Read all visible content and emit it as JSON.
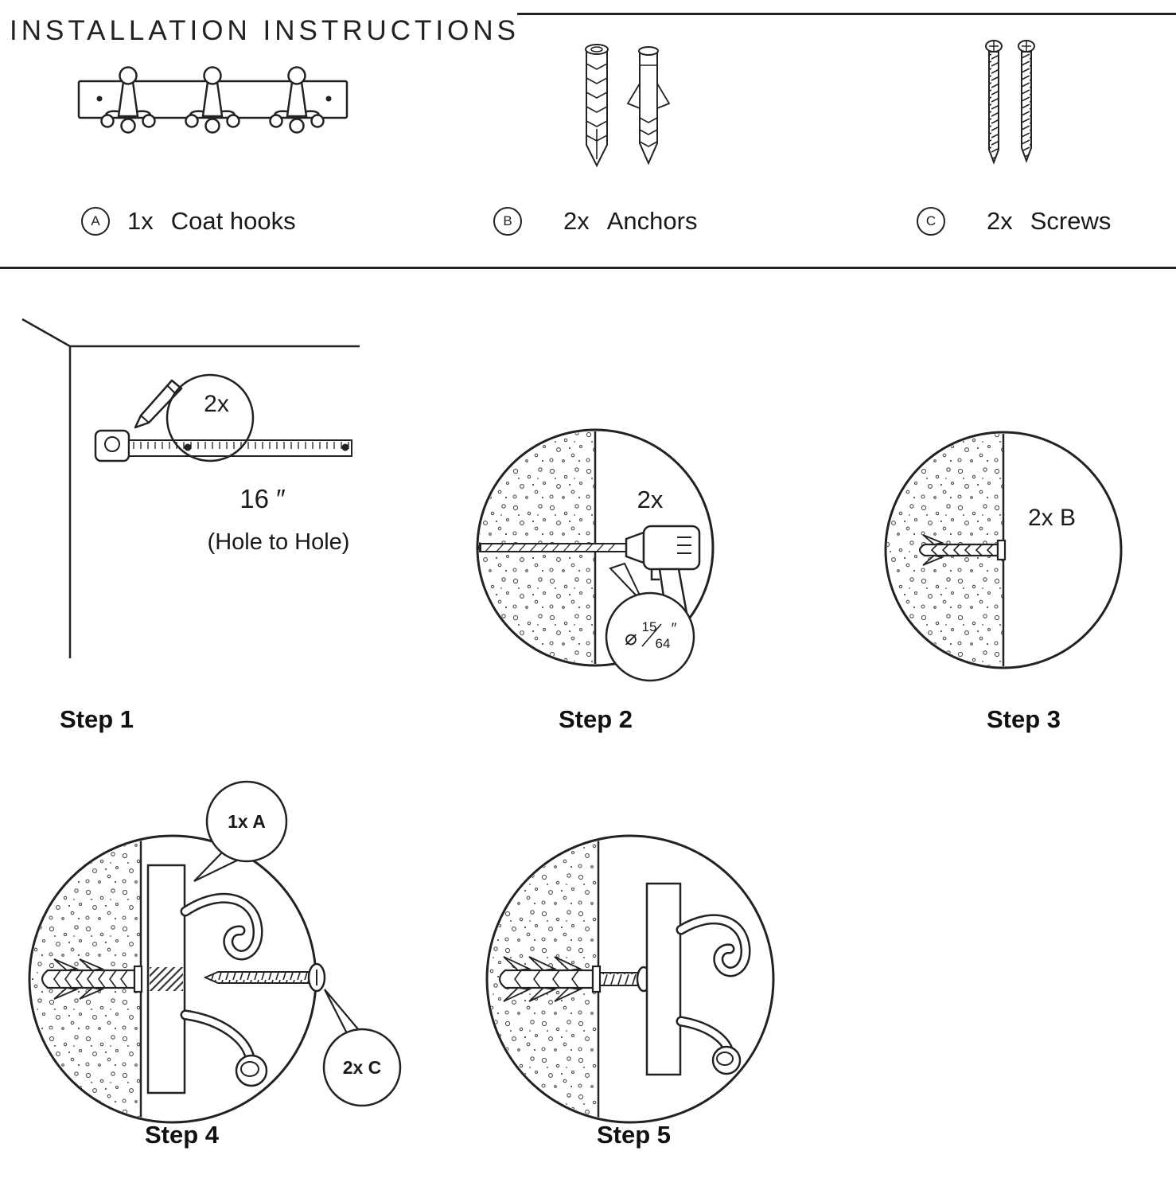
{
  "title": "INSTALLATION INSTRUCTIONS",
  "parts": [
    {
      "id": "A",
      "qty": "1x",
      "name": "Coat hooks"
    },
    {
      "id": "B",
      "qty": "2x",
      "name": "Anchors"
    },
    {
      "id": "C",
      "qty": "2x",
      "name": "Screws"
    }
  ],
  "steps": [
    {
      "label": "Step 1",
      "mark_qty": "2x",
      "distance": "16 ″",
      "distance_note": "(Hole to Hole)"
    },
    {
      "label": "Step 2",
      "drill_qty": "2x",
      "dia_symbol": "⌀",
      "dia_numerator": "15",
      "dia_denominator": "64",
      "dia_unit": "″"
    },
    {
      "label": "Step 3",
      "anchor_callout": "2x B"
    },
    {
      "label": "Step 4",
      "hook_callout": "1x A",
      "screw_callout": "2x C"
    },
    {
      "label": "Step 5"
    }
  ]
}
